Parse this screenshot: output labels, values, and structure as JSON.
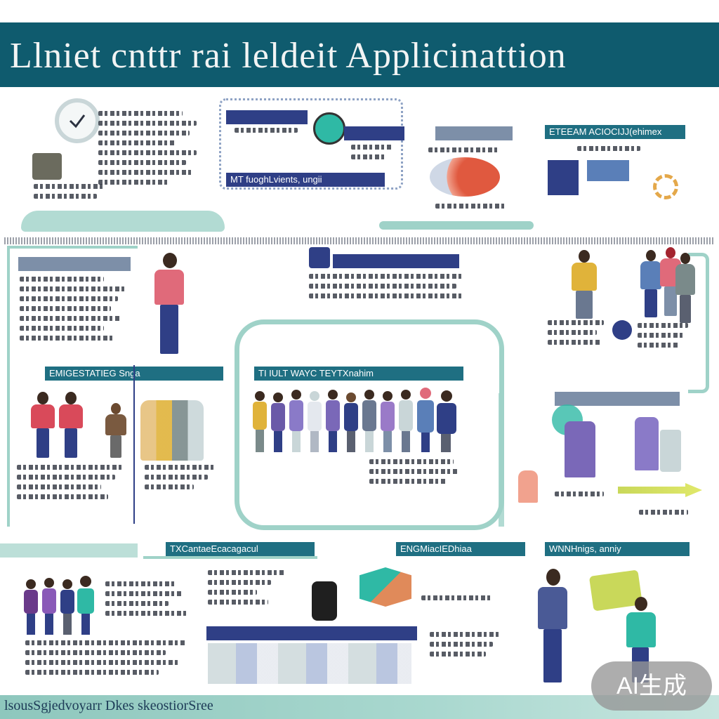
{
  "title": "Llniet cnttr rai leldeit Applicinattion",
  "footer": "lsousSgjedvoyarr  Dkes  skeostiorSree",
  "badge": "AI生成",
  "colors": {
    "title_band": "#0f5b6e",
    "navy": "#2f3f86",
    "teal_frame": "#9fd2c8"
  },
  "icons": [
    "clock-icon",
    "magnifier-icon",
    "brain-icon",
    "gear-icon",
    "circle-badge-icon",
    "arrow-icon"
  ],
  "sections": {
    "s1": {
      "label": ""
    },
    "s2": {
      "label": "MT fuoghLvients, ungii"
    },
    "s3": {
      "label": ""
    },
    "s4": {
      "label": "ETEEAM ACIOCIJJ(ehimex"
    },
    "s5": {
      "label": ""
    },
    "s6": {
      "label": ""
    },
    "s7": {
      "label": "EMIGESTATIEG Snga"
    },
    "s8": {
      "label": "TI IULT WAYC TEYTXnahim"
    },
    "s9": {
      "label": ""
    },
    "s10": {
      "label": "TXCantaeEcacagacul"
    },
    "s11": {
      "label": "ENGMiacIEDhiaa"
    },
    "s12": {
      "label": "WNNHnigs, anniy"
    },
    "s13": {
      "label": ""
    }
  }
}
